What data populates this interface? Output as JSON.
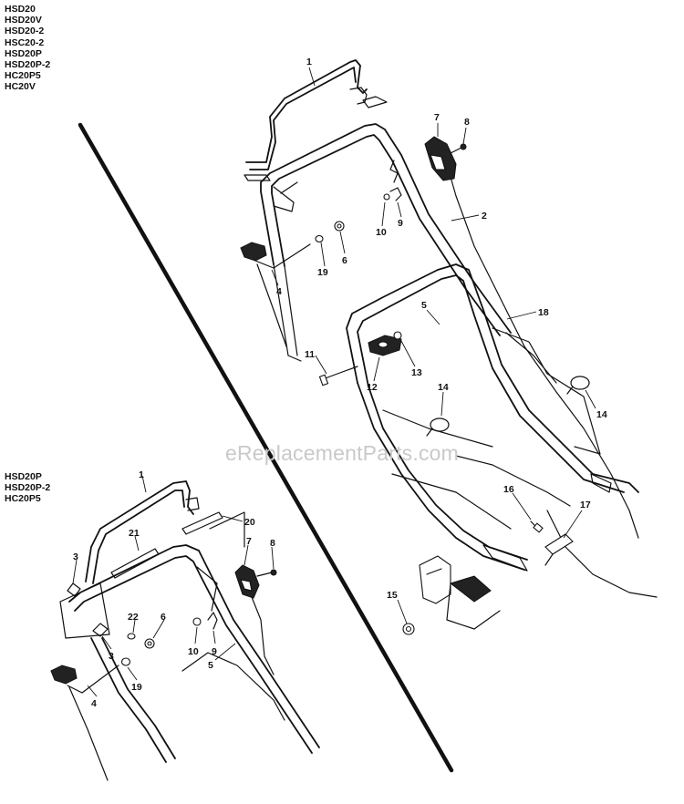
{
  "models_top": [
    "HSD20",
    "HSD20V",
    "HSD20-2",
    "HSC20-2",
    "HSD20P",
    "HSD20P-2",
    "HC20P5",
    "HC20V"
  ],
  "models_inset": [
    "HSD20P",
    "HSD20P-2",
    "HC20P5"
  ],
  "watermark": "eReplacementParts.com",
  "callouts_main": [
    "1",
    "7",
    "8",
    "2",
    "9",
    "10",
    "6",
    "19",
    "4",
    "5",
    "18",
    "11",
    "12",
    "13",
    "14",
    "14",
    "16",
    "17",
    "15"
  ],
  "callouts_inset": [
    "1",
    "20",
    "21",
    "3",
    "7",
    "8",
    "22",
    "6",
    "3",
    "10",
    "9",
    "19",
    "5",
    "4"
  ],
  "colors": {
    "ink": "#111111",
    "watermark": "#c9c9c9",
    "background": "#ffffff"
  }
}
